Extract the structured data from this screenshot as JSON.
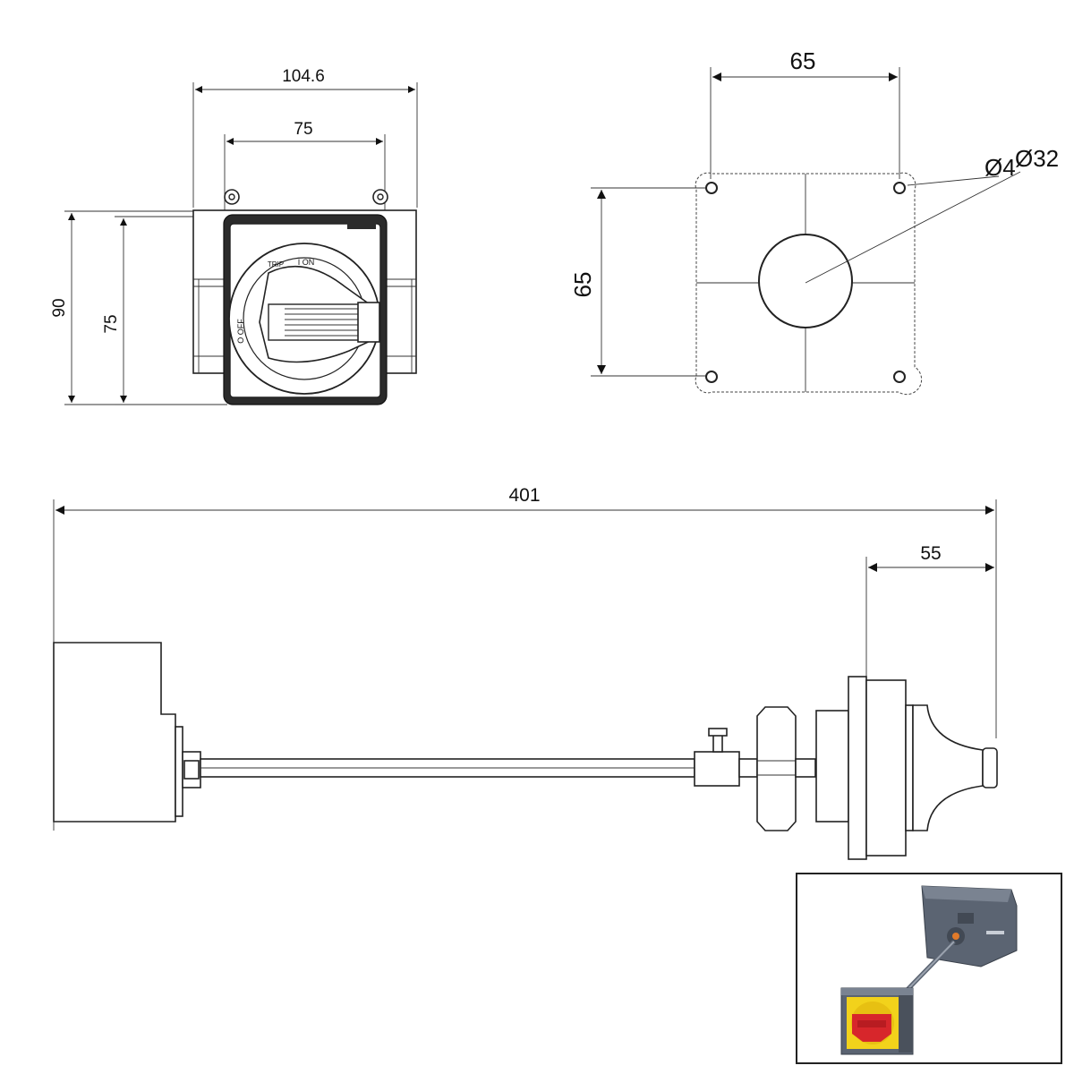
{
  "dimensions": {
    "front_width_overall": "104.6",
    "front_hole_spacing_x": "75",
    "front_height_overall": "90",
    "front_hole_spacing_y": "75",
    "drill_spacing_x": "65",
    "drill_spacing_y": "65",
    "drill_hole_dia": "Ø4",
    "drill_center_dia": "Ø32",
    "total_length": "401",
    "handle_length": "55"
  },
  "handle_markings": {
    "on_label": "I ON",
    "off_label": "O OFF",
    "trip_label": "TRIP"
  },
  "inset_photo": {
    "colors": {
      "handle_red": "#d7262b",
      "handle_yellow": "#f2d21b",
      "housing_gray": "#5b6472",
      "frame": "#222222"
    }
  }
}
